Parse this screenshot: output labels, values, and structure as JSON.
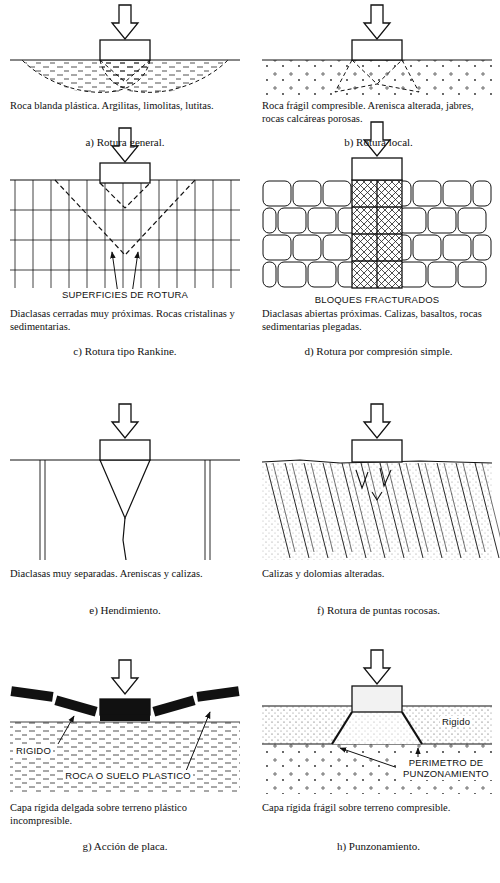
{
  "diagram": {
    "labels": [
      "Roca blanda plástica. Argilitas, limolitas, lutitas.",
      "a) Rotura general.",
      "Roca frágil compresible. Arenisca alterada, jabres, rocas calcáreas porosas.",
      "b) Rotura local.",
      "SUPERFICIES DE ROTURA",
      "Diaclasas cerradas muy próximas. Rocas cristalinas y sedimentarias.",
      "c) Rotura tipo Rankine.",
      "BLOQUES FRACTURADOS",
      "Diaclasas abiertas próximas. Calizas, basaltos, rocas sedimentarias plegadas.",
      "d) Rotura por compresión simple.",
      "Diaclasas muy separadas. Areniscas y calizas.",
      "e) Hendimiento.",
      "Calizas y dolomias alteradas.",
      "f) Rotura de puntas rocosas.",
      "RIGIDO",
      "ROCA O SUELO PLASTICO",
      "Capa rígida delgada sobre terreno plástico incompresible.",
      "g) Acción de placa.",
      "Rigido",
      "PERIMETRO DE PUNZONAMIENTO",
      "Capa rígida frágil sobre terreno compresible.",
      "h) Punzonamiento."
    ]
  }
}
